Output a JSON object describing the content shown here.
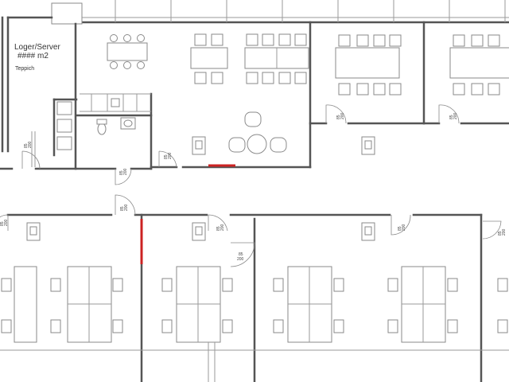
{
  "room": {
    "name_line1": "Loger/Server",
    "name_line2": "#### m2",
    "name_line3": "Teppich"
  },
  "door_dims": {
    "width": "85",
    "height": "200"
  },
  "colors": {
    "wall": "#555555",
    "furniture": "#8a8a8a",
    "accent_red": "#cc2222"
  }
}
